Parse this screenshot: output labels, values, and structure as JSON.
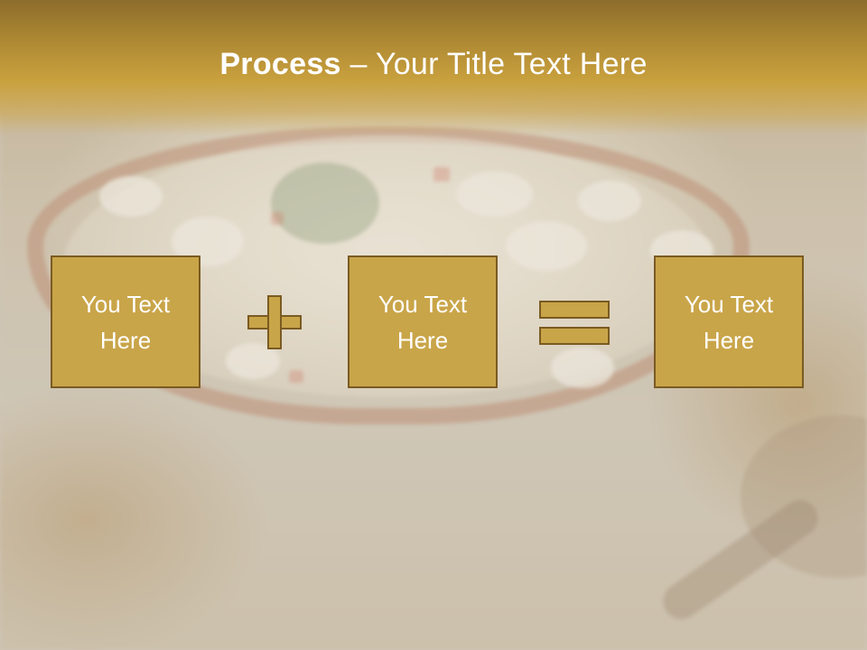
{
  "slide": {
    "title_bold": "Process",
    "title_rest": " – Your Title Text Here"
  },
  "boxes": [
    {
      "line1": "You Text",
      "line2": "Here"
    },
    {
      "line1": "You Text",
      "line2": "Here"
    },
    {
      "line1": "You Text",
      "line2": "Here"
    }
  ],
  "operators": [
    "plus",
    "equals"
  ],
  "colors": {
    "header_top": "#8c6d2b",
    "header_bottom": "#c9a13e",
    "box_fill": "#c9a549",
    "box_border": "#7a5b22",
    "text": "#ffffff"
  }
}
